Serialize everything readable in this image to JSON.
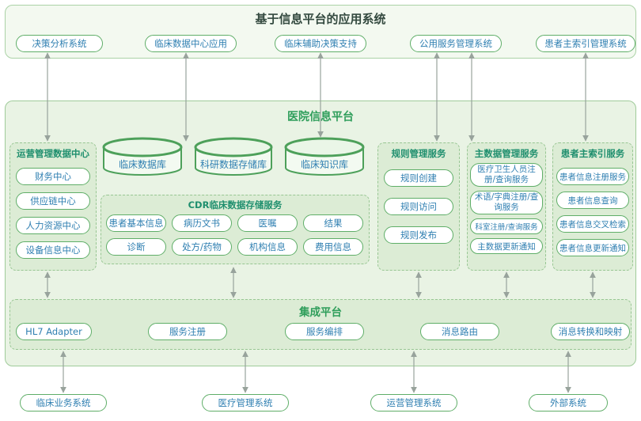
{
  "top_section": {
    "title": "基于信息平台的应用系统",
    "systems": [
      "决策分析系统",
      "临床数据中心应用",
      "临床辅助决策支持",
      "公用服务管理系统",
      "患者主索引管理系统"
    ]
  },
  "platform": {
    "title": "医院信息平台",
    "operation_center": {
      "title": "运营管理数据中心",
      "items": [
        "财务中心",
        "供应链中心",
        "人力资源中心",
        "设备信息中心"
      ]
    },
    "databases": [
      "临床数据库",
      "科研数据存储库",
      "临床知识库"
    ],
    "cdr": {
      "title": "CDR临床数据存储服务",
      "items": [
        "患者基本信息",
        "病历文书",
        "医嘱",
        "结果",
        "诊断",
        "处方/药物",
        "机构信息",
        "费用信息"
      ]
    },
    "rule_service": {
      "title": "规则管理服务",
      "items": [
        "规则创建",
        "规则访问",
        "规则发布"
      ]
    },
    "master_data_service": {
      "title": "主数据管理服务",
      "items": [
        "医疗卫生人员注册/查询服务",
        "术语/字典注册/查询服务",
        "科室注册/查询服务",
        "主数据更新通知"
      ]
    },
    "patient_index_service": {
      "title": "患者主索引服务",
      "items": [
        "患者信息注册服务",
        "患者信息查询",
        "患者信息交叉检索",
        "患者信息更新通知"
      ]
    }
  },
  "integration": {
    "title": "集成平台",
    "items": [
      "HL7 Adapter",
      "服务注册",
      "服务编排",
      "消息路由",
      "消息转换和映射"
    ]
  },
  "bottom_systems": [
    "临床业务系统",
    "医疗管理系统",
    "运营管理系统",
    "外部系统"
  ],
  "colors": {
    "panel_fill_light": "#f3f9f0",
    "panel_fill_green": "#e9f3e4",
    "section_fill": "#dcecd5",
    "border_green": "#9fcb9a",
    "pill_border": "#5fae68",
    "pill_text_blue": "#2f7fb1",
    "header_teal": "#1f8f6e",
    "title_green": "#2f9e5b",
    "title_dark": "#33493f",
    "cylinder_stroke": "#4da05a",
    "connector_gray": "#98a39c"
  }
}
